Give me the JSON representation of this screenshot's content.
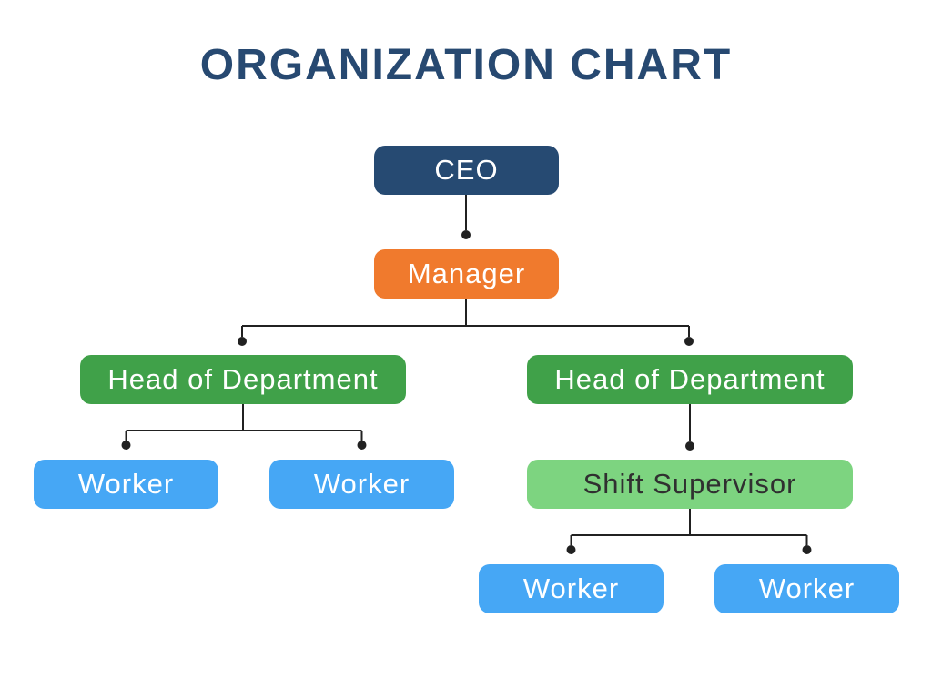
{
  "title": "ORGANIZATION CHART",
  "palette": {
    "title_text": "#274971",
    "ceo_fill": "#264a72",
    "manager_fill": "#f07a2d",
    "head_fill": "#40a149",
    "supervisor_fill": "#7dd480",
    "worker_fill": "#46a7f5",
    "connector_line": "#212121",
    "light_text": "#ffffff",
    "dark_text": "#303030",
    "background": "#ffffff"
  },
  "org": {
    "nodes": [
      {
        "id": "ceo",
        "label": "CEO",
        "level": 1,
        "reports_to": null
      },
      {
        "id": "manager",
        "label": "Manager",
        "level": 2,
        "reports_to": "ceo"
      },
      {
        "id": "head-left",
        "label": "Head of Department",
        "level": 3,
        "reports_to": "manager"
      },
      {
        "id": "head-right",
        "label": "Head of Department",
        "level": 3,
        "reports_to": "manager"
      },
      {
        "id": "worker-left-1",
        "label": "Worker",
        "level": 4,
        "reports_to": "head-left"
      },
      {
        "id": "worker-left-2",
        "label": "Worker",
        "level": 4,
        "reports_to": "head-left"
      },
      {
        "id": "shift-supervisor",
        "label": "Shift Supervisor",
        "level": 4,
        "reports_to": "head-right"
      },
      {
        "id": "worker-right-1",
        "label": "Worker",
        "level": 5,
        "reports_to": "shift-supervisor"
      },
      {
        "id": "worker-right-2",
        "label": "Worker",
        "level": 5,
        "reports_to": "shift-supervisor"
      }
    ],
    "connector_style": "elbow lines with filled dot terminals"
  }
}
